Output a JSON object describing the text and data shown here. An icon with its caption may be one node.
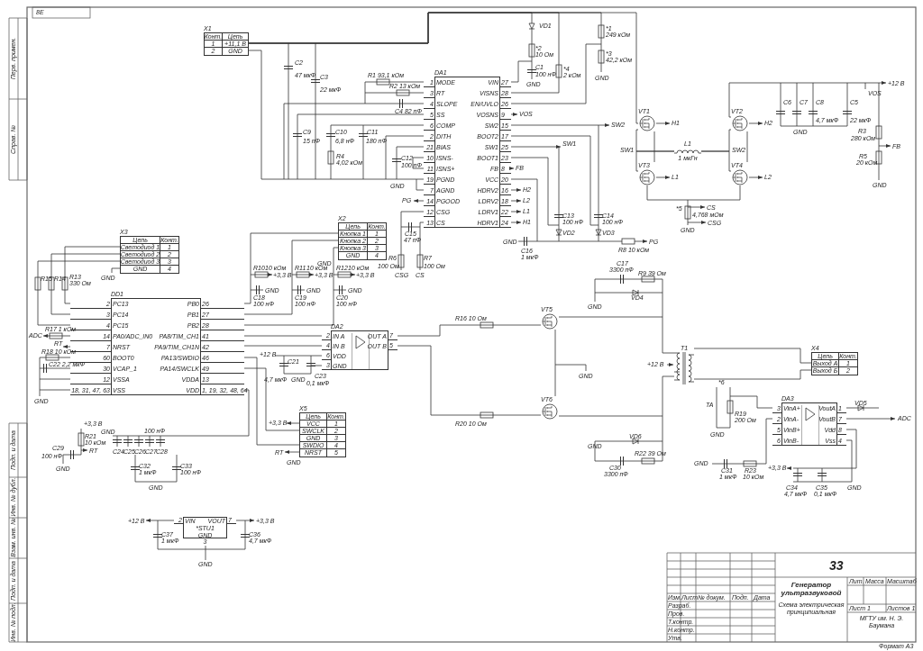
{
  "diagram": {
    "nodes": [
      {
        "text": [
          "X1",
          "Конт.",
          "Цепь",
          "1",
          "+11,1 В",
          "2",
          "GND"
        ]
      },
      {
        "text": [
          "DA1",
          "1",
          "MODE",
          "3",
          "RT",
          "4",
          "SLOPE",
          "5",
          "SS",
          "6",
          "COMP",
          "2",
          "DITH",
          "21",
          "BIAS",
          "10",
          "ISNS-",
          "11",
          "ISNS+",
          "19",
          "PGND",
          "7",
          "AGND",
          "14",
          "PGOOD",
          "12",
          "CSG",
          "13",
          "CS",
          "VIN",
          "27",
          "VISNS",
          "28",
          "EN/UVLO",
          "26",
          "VOSNS",
          "9",
          "SW2",
          "15",
          "BOOT2",
          "17",
          "SW1",
          "25",
          "BOOT1",
          "23",
          "FB",
          "8",
          "VCC",
          "20",
          "HDRV2",
          "16",
          "LDRV2",
          "18",
          "LDRV1",
          "22",
          "HDRV1",
          "24"
        ]
      },
      {
        "text": [
          "DD1",
          "2",
          "PC13",
          "3",
          "PC14",
          "4",
          "PC15",
          "14",
          "PA0/ADC_IN0",
          "7",
          "NRST",
          "60",
          "BOOT0",
          "30",
          "VCAP_1",
          "12",
          "VSSA",
          "18, 31, 47, 63",
          "VSS",
          "PB0",
          "26",
          "PB1",
          "27",
          "PB2",
          "28",
          "PA8/TIM_CH1",
          "41",
          "PA9/TIM_CH1N",
          "42",
          "PA13/SWDIO",
          "46",
          "PA14/SWCLK",
          "49",
          "VDDA",
          "13",
          "VDD",
          "1, 19, 32, 48, 64"
        ]
      },
      {
        "text": [
          "DA2",
          "2",
          "IN A",
          "4",
          "IN B",
          "6",
          "VDD",
          "3",
          "GND",
          "OUT A",
          "7",
          "OUT B",
          "5"
        ]
      },
      {
        "text": [
          "DA3",
          "3",
          "VinA+",
          "2",
          "VinA-",
          "5",
          "VinB+",
          "6",
          "VinB-",
          "VoutA",
          "1",
          "VoutB",
          "7",
          "Vdd",
          "8",
          "Vss",
          "4"
        ]
      },
      {
        "text": [
          "2",
          "VIN",
          "VOUT",
          "7",
          "*STU1",
          "GND",
          "3"
        ]
      },
      {
        "text": [
          "X2",
          "Цепь",
          "Конт.",
          "Кнопка 1",
          "1",
          "Кнопка 2",
          "2",
          "Кнопка 3",
          "3",
          "GND",
          "4"
        ]
      },
      {
        "text": [
          "X3",
          "Цепь",
          "Конт.",
          "Светодиод 1",
          "1",
          "Светодиод 2",
          "2",
          "Светодиод 3",
          "3",
          "GND",
          "4"
        ]
      },
      {
        "text": [
          "X5",
          "Цепь",
          "Конт.",
          "VCC",
          "1",
          "SWCLK",
          "2",
          "GND",
          "3",
          "SWDIO",
          "4",
          "NRST",
          "5"
        ]
      },
      {
        "text": [
          "X4",
          "Цепь",
          "Конт.",
          "Выход А",
          "1",
          "Выход Б",
          "2"
        ]
      },
      {
        "text": [
          "VT1"
        ]
      },
      {
        "text": [
          "VT2"
        ]
      },
      {
        "text": [
          "VT3"
        ]
      },
      {
        "text": [
          "VT4"
        ]
      },
      {
        "text": [
          "VT5"
        ]
      },
      {
        "text": [
          "VT6"
        ]
      },
      {
        "text": [
          "T1"
        ]
      },
      {
        "text": [
          "L1",
          "1 мкГн"
        ]
      },
      {
        "text": [
          "VD1"
        ]
      }
    ],
    "edges": [
      {
        "from": 0,
        "to": 10,
        "arrow": "none"
      },
      {
        "from": 0,
        "to": 1,
        "arrow": "none"
      },
      {
        "from": 10,
        "to": 12,
        "arrow": "none"
      },
      {
        "from": 11,
        "to": 13,
        "arrow": "none"
      },
      {
        "from": 12,
        "to": 13,
        "arrow": "none"
      },
      {
        "from": 17,
        "to": 10,
        "arrow": "none"
      },
      {
        "from": 17,
        "to": 12,
        "arrow": "none"
      },
      {
        "from": 17,
        "to": 11,
        "arrow": "none"
      },
      {
        "from": 17,
        "to": 13,
        "arrow": "none"
      },
      {
        "from": 2,
        "to": 7,
        "arrow": "none"
      },
      {
        "from": 2,
        "to": 7,
        "arrow": "none"
      },
      {
        "from": 2,
        "to": 7,
        "arrow": "none"
      },
      {
        "from": 2,
        "to": 6,
        "arrow": "none"
      },
      {
        "from": 2,
        "to": 6,
        "arrow": "none"
      },
      {
        "from": 2,
        "to": 6,
        "arrow": "none"
      },
      {
        "from": 2,
        "to": 3,
        "arrow": "none"
      },
      {
        "from": 2,
        "to": 3,
        "arrow": "none"
      },
      {
        "from": 2,
        "to": 8,
        "arrow": "none"
      },
      {
        "from": 2,
        "to": 8,
        "arrow": "none"
      },
      {
        "from": 3,
        "to": 14,
        "arrow": "none"
      },
      {
        "from": 3,
        "to": 15,
        "arrow": "none"
      },
      {
        "from": 14,
        "to": 15,
        "arrow": "none"
      },
      {
        "from": 14,
        "to": 16,
        "arrow": "none"
      },
      {
        "from": 15,
        "to": 16,
        "arrow": "none"
      },
      {
        "from": 16,
        "to": 9,
        "arrow": "none"
      },
      {
        "from": 16,
        "to": 9,
        "arrow": "none"
      },
      {
        "from": 1,
        "to": 18,
        "arrow": "none"
      },
      {
        "from": 1,
        "to": 0,
        "arrow": "none"
      },
      {
        "from": 1,
        "to": 0,
        "arrow": "none"
      },
      {
        "from": 18,
        "to": 0,
        "arrow": "none"
      }
    ],
    "labels": [
      "8E",
      "Перв. примен.",
      "Справ. №",
      "Подп. и дата",
      "Инв. № дубл.",
      "Взам. инв. №",
      "Подп. и дата",
      "Инв. № подл.",
      "C2",
      "47 мкФ",
      "C3",
      "22 мкФ",
      "R1 93,1 кОм",
      "R2 13 кОм",
      "C4 82 пФ",
      "C9",
      "15 пФ",
      "C10",
      "6,8 нФ",
      "C11",
      "180 пФ",
      "R4",
      "4,02 кОм",
      "C12",
      "100 пФ",
      "GND",
      "PG",
      "C15",
      "47 пФ",
      "*2",
      "10 Ом",
      "C1",
      "100 нФ",
      "GND",
      "*4",
      "2 кОм",
      "*1",
      "249 кОм",
      "*3",
      "42,2 кОм",
      "GND",
      "VOS",
      "SW2",
      "SW1",
      "FB",
      "H2",
      "L2",
      "L1",
      "H1",
      "H1",
      "H2",
      "L1",
      "L2",
      "SW1",
      "SW2",
      "+12 В",
      "VOS",
      "C6",
      "C7",
      "C8",
      "4,7 мкФ",
      "C5",
      "22 мкФ",
      "GND",
      "R3",
      "280 кОм",
      "FB",
      "R5",
      "20 кОм",
      "GND",
      "*5",
      "CS",
      "4,768 мОм",
      "CSG",
      "GND",
      "C13",
      "100 нФ",
      "VD2",
      "C14",
      "100 нФ",
      "VD3",
      "R6",
      "100 Ом",
      "CSG",
      "R7",
      "100 Ом",
      "CS",
      "GND",
      "C16",
      "1 мкФ",
      "R8 10 кОм",
      "PG",
      "C17",
      "3300 пФ",
      "R9 39 Ом",
      "VD4",
      "GND",
      "R10",
      "10 кОм",
      "+3,3 В",
      "C18",
      "100 нФ",
      "GND",
      "R11",
      "10 кОм",
      "+3,3 В",
      "C19",
      "100 нФ",
      "GND",
      "R12",
      "10 кОм",
      "+3,3 В",
      "C20",
      "100 нФ",
      "GND",
      "GND",
      "R15",
      "R14",
      "R13",
      "GND",
      "330 Ом",
      "ADC",
      "R17 1 кОм",
      "RT",
      "R18 10 кОм",
      "C22 2,2 мкФ",
      "GND",
      "+3,3 В",
      "R21",
      "10 кОм",
      "C29",
      "RT",
      "100 нФ",
      "GND",
      "100 нФ",
      "C24",
      "C25",
      "C26",
      "C27",
      "C28",
      "GND",
      "C32",
      "1 мкФ",
      "C33",
      "100 нФ",
      "GND",
      "+12 В",
      "C21",
      "4,7 мкФ",
      "C23",
      "0,1 мкФ",
      "GND",
      "+3,3 В",
      "RT",
      "GND",
      "R16 10 Ом",
      "R20 10 Ом",
      "GND",
      "+12 В",
      "VD6",
      "GND",
      "C30",
      "3300 пФ",
      "R22 39 Ом",
      "*6",
      "TA",
      "R19",
      "200 Ом",
      "GND",
      "VD5",
      "ADC",
      "GND",
      "C31",
      "1 мкФ",
      "R23",
      "10 кОм",
      "+3,3 В",
      "C34",
      "4,7 мкФ",
      "C35",
      "0,1 мкФ",
      "GND",
      "+12 В",
      "C37",
      "1 мкФ",
      "+3,3 В",
      "C36",
      "4,7 мкФ",
      "GND",
      "33",
      "Генератор ультразвуковой",
      "Схема электрическая принципиальная",
      "Изм.",
      "Лист",
      "№ докум.",
      "Подп.",
      "Дата",
      "Разраб.",
      "Пров.",
      "Т.контр.",
      "Н.контр.",
      "Утв.",
      "Лит.",
      "Масса",
      "Масштаб",
      "Лист 1",
      "Листов 1",
      "МГТУ им. Н. Э. Баумана",
      "Формат А3"
    ]
  }
}
